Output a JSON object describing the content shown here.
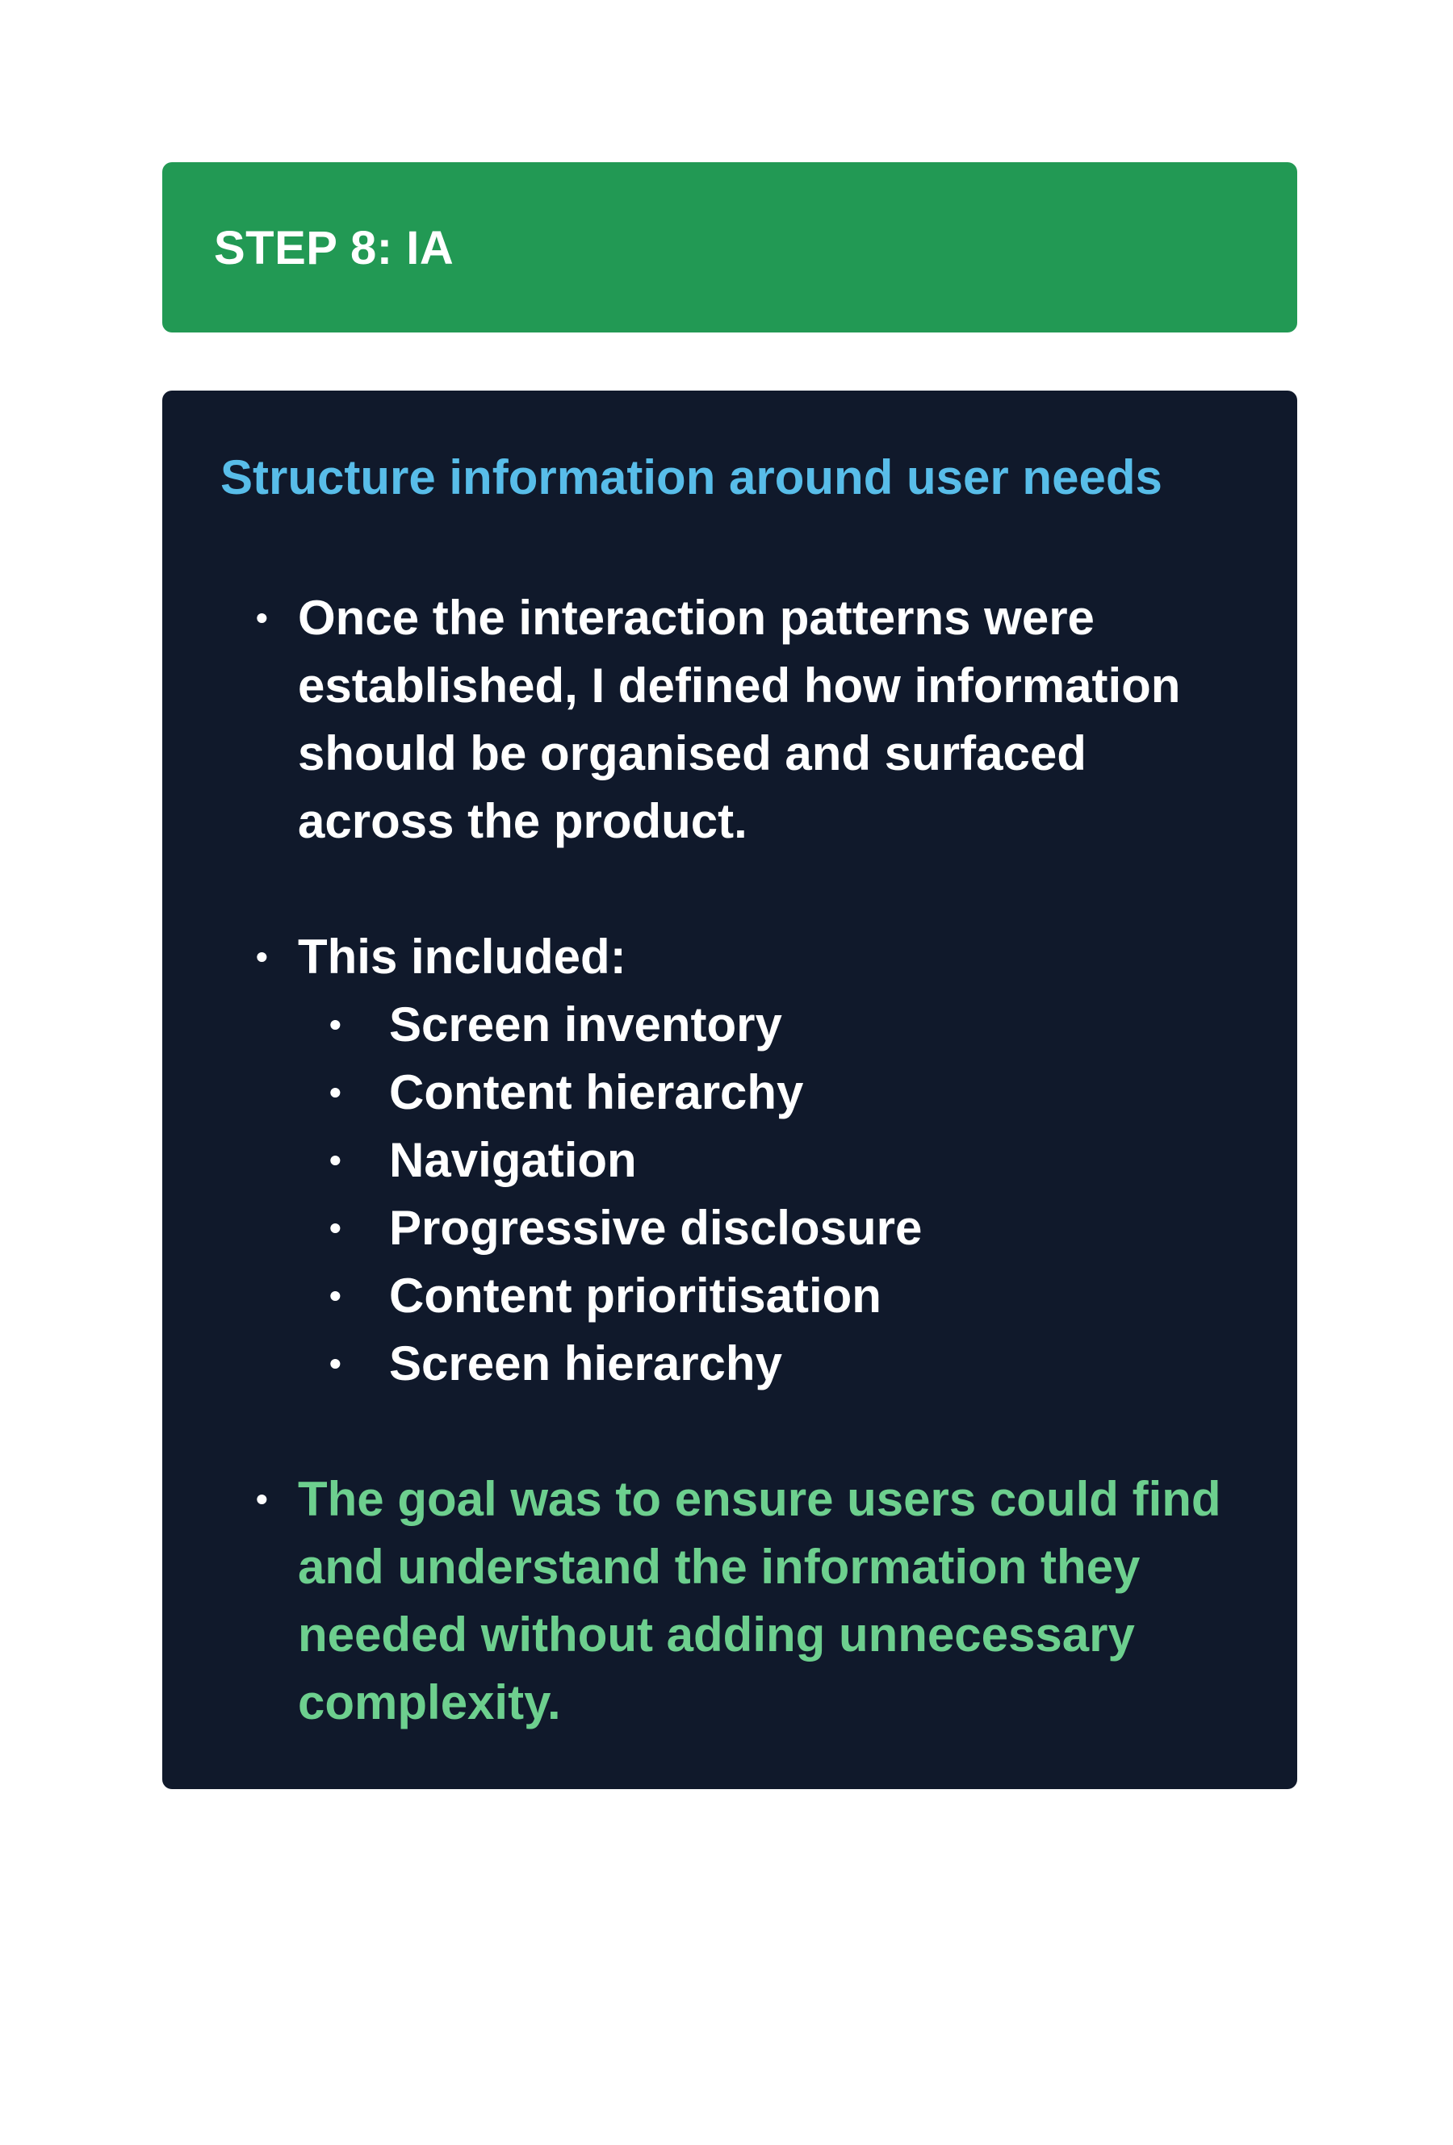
{
  "header": {
    "title": "STEP 8: IA"
  },
  "card": {
    "heading": "Structure information around user needs",
    "bullets": [
      "Once the interaction patterns were established, I defined how information should be organised and surfaced across the product.",
      "This included:",
      "The goal was to ensure users could find and understand the information they needed without adding unnecessary complexity."
    ],
    "sub_items": [
      "Screen inventory",
      "Content hierarchy",
      "Navigation",
      "Progressive disclosure",
      "Content prioritisation",
      "Screen hierarchy"
    ],
    "bullet_glyph": "•"
  },
  "colors": {
    "header_bg": "#229954",
    "card_bg": "#10192b",
    "heading": "#58bde9",
    "body_text": "#ffffff",
    "goal_text": "#6dcf8e"
  }
}
